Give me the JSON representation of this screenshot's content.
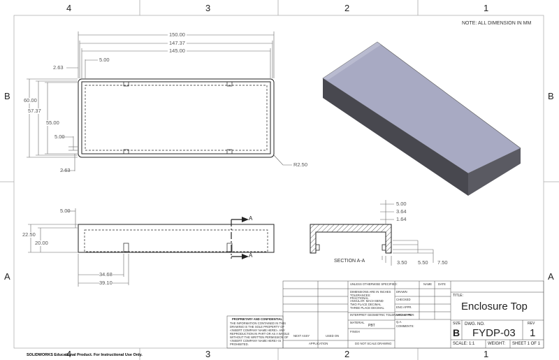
{
  "sheet": {
    "zones": {
      "top": [
        "4",
        "3",
        "2",
        "1"
      ],
      "bottom": [
        "4",
        "3",
        "2",
        "1"
      ],
      "left": [
        "B",
        "A"
      ],
      "right": [
        "B",
        "A"
      ]
    },
    "note": "NOTE: ALL DIMENSION IN MM",
    "footer": "SOLIDWORKS Educational Product. For Instructional Use Only."
  },
  "top_view": {
    "dims": {
      "w150": "150.00",
      "w147": "147.37",
      "w145": "145.00",
      "d5": "5.00",
      "d263a": "2.63",
      "h60": "60.00",
      "h57": "57.37",
      "h55": "55.00",
      "d5b": "5.00",
      "d263b": "2.63",
      "r250": "R2.50"
    }
  },
  "front_view": {
    "dims": {
      "d5": "5.00",
      "h2250": "22.50",
      "h20": "20.00",
      "w3468": "34.68",
      "w3910": "39.10"
    },
    "section_marks": [
      "A",
      "A"
    ]
  },
  "section_view": {
    "label": "SECTION A-A",
    "dims": {
      "t500": "5.00",
      "t364": "3.64",
      "t164": "1.64",
      "b350": "3.50",
      "b550": "5.50",
      "b750": "7.50"
    }
  },
  "title_block": {
    "unless": "UNLESS OTHERWISE SPECIFIED:",
    "dims_in": "DIMENSIONS ARE IN INCHES",
    "tolerances": "TOLERANCES:",
    "fractional": "FRACTIONAL",
    "angular": "ANGULAR: MACH   BEND",
    "two_place": "TWO PLACE DECIMAL",
    "three_place": "THREE PLACE DECIMAL",
    "geometric": "INTERPRET GEOMETRIC TOLERANCING PER:",
    "material_label": "MATERIAL",
    "material": "PBT",
    "finish": "FINISH",
    "next_assy": "NEXT ASSY",
    "used_on": "USED ON",
    "application": "APPLICATION",
    "do_not_scale": "DO NOT SCALE DRAWING",
    "proprietary_title": "PROPRIETARY AND CONFIDENTIAL",
    "proprietary_text": [
      "THE INFORMATION CONTAINED IN THIS",
      "DRAWING IS THE SOLE PROPERTY OF",
      "<INSERT COMPANY NAME HERE>. ANY",
      "REPRODUCTION IN PART OR AS A WHOLE",
      "WITHOUT THE WRITTEN PERMISSION OF",
      "<INSERT COMPANY NAME HERE> IS",
      "PROHIBITED."
    ],
    "name_hdr": "NAME",
    "date_hdr": "DATE",
    "drawn": "DRAWN",
    "checked": "CHECKED",
    "eng_appr": "ENG APPR.",
    "mfg_appr": "MFG APPR.",
    "qa": "Q.A.",
    "comments": "COMMENTS:",
    "title_label": "TITLE:",
    "title": "Enclosure Top",
    "size_label": "SIZE",
    "size": "B",
    "dwg_no_label": "DWG.  NO.",
    "dwg_no": "FYDP-03",
    "rev_label": "REV",
    "rev": "1",
    "scale": "SCALE: 1:1",
    "weight": "WEIGHT:",
    "sheet": "SHEET 1 OF 1"
  }
}
